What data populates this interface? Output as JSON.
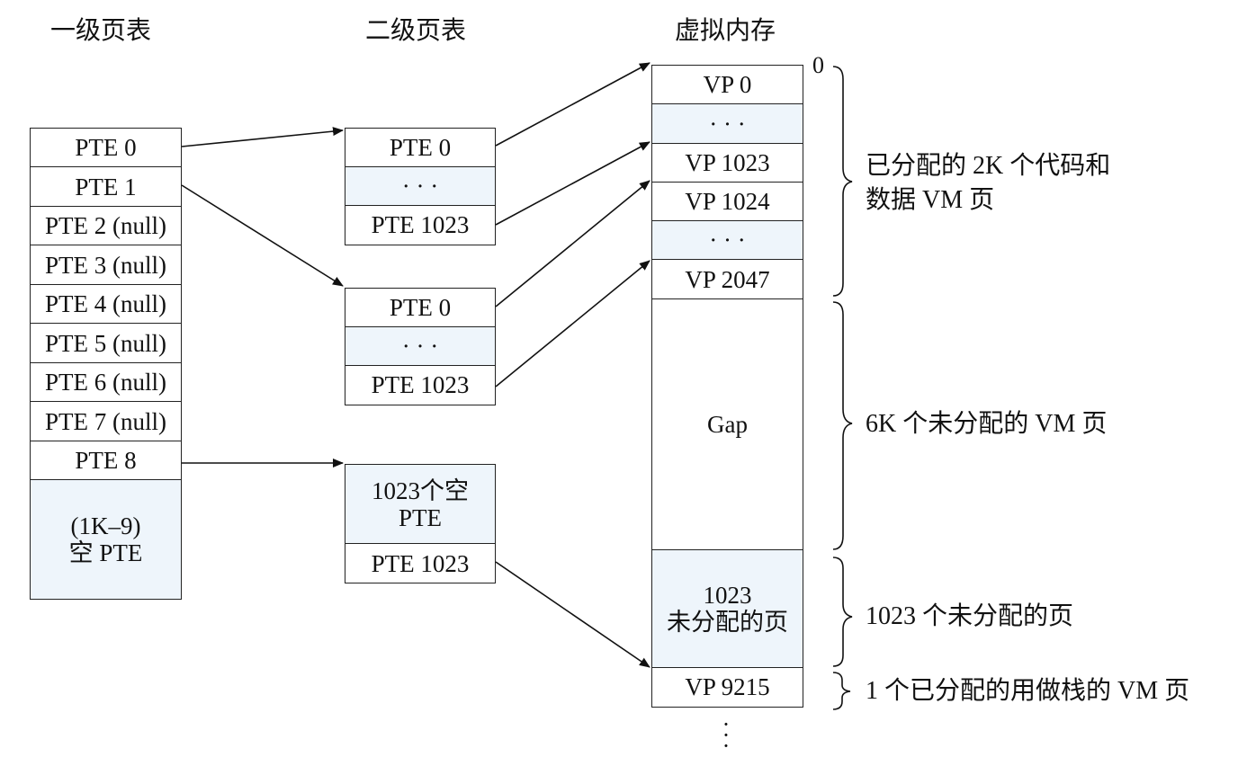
{
  "titles": {
    "level1": "一级页表",
    "level2": "二级页表",
    "vmem": "虚拟内存"
  },
  "level1": {
    "entries": [
      "PTE 0",
      "PTE 1",
      "PTE 2 (null)",
      "PTE 3 (null)",
      "PTE 4 (null)",
      "PTE 5 (null)",
      "PTE 6 (null)",
      "PTE 7 (null)",
      "PTE 8"
    ],
    "tail_line1": "(1K–9)",
    "tail_line2": "空 PTE"
  },
  "level2_a": {
    "first": "PTE 0",
    "dots": "· · ·",
    "last": "PTE 1023"
  },
  "level2_b": {
    "first": "PTE 0",
    "dots": "· · ·",
    "last": "PTE 1023"
  },
  "level2_c": {
    "null_line1": "1023个空",
    "null_line2": "PTE",
    "last": "PTE 1023"
  },
  "vmem": {
    "zero": "0",
    "vp0": "VP 0",
    "dots1": "· · ·",
    "vp1023": "VP 1023",
    "vp1024": "VP 1024",
    "dots2": "· · ·",
    "vp2047": "VP 2047",
    "gap": "Gap",
    "unalloc_line1": "1023",
    "unalloc_line2": "未分配的页",
    "vp9215": "VP 9215",
    "more": "⋮"
  },
  "annotations": {
    "code_data_line1": "已分配的 2K 个代码和",
    "code_data_line2": "数据 VM 页",
    "gap": "6K 个未分配的 VM 页",
    "unalloc": "1023 个未分配的页",
    "stack": "1 个已分配的用做栈的 VM 页"
  }
}
